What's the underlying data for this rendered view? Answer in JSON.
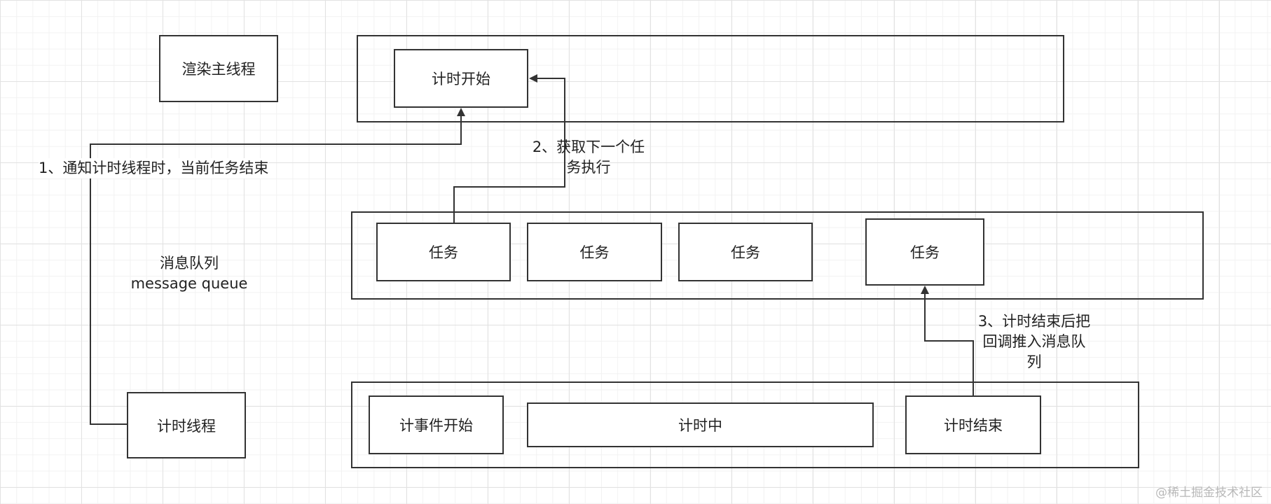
{
  "nodes": {
    "render_main_thread": "渲染主线程",
    "timing_start": "计时开始",
    "task_1": "任务",
    "task_2": "任务",
    "task_3": "任务",
    "task_4": "任务",
    "timer_thread": "计时线程",
    "event_start": "计事件开始",
    "timing_in_progress": "计时中",
    "timing_end": "计时结束"
  },
  "labels": {
    "message_queue_cn": "消息队列",
    "message_queue_en": "message queue"
  },
  "edges": [
    {
      "label_lines": [
        "1、通知计时线程时，当前任务结束"
      ]
    },
    {
      "label_lines": [
        "2、获取下一个任",
        "务执行"
      ]
    },
    {
      "label_lines": [
        "3、计时结束后把",
        "回调推入消息队",
        "列"
      ]
    }
  ],
  "watermark": "@稀土掘金技术社区",
  "colors": {
    "stroke": "#333333",
    "text": "#222222",
    "grid": "#e2e2e2"
  }
}
